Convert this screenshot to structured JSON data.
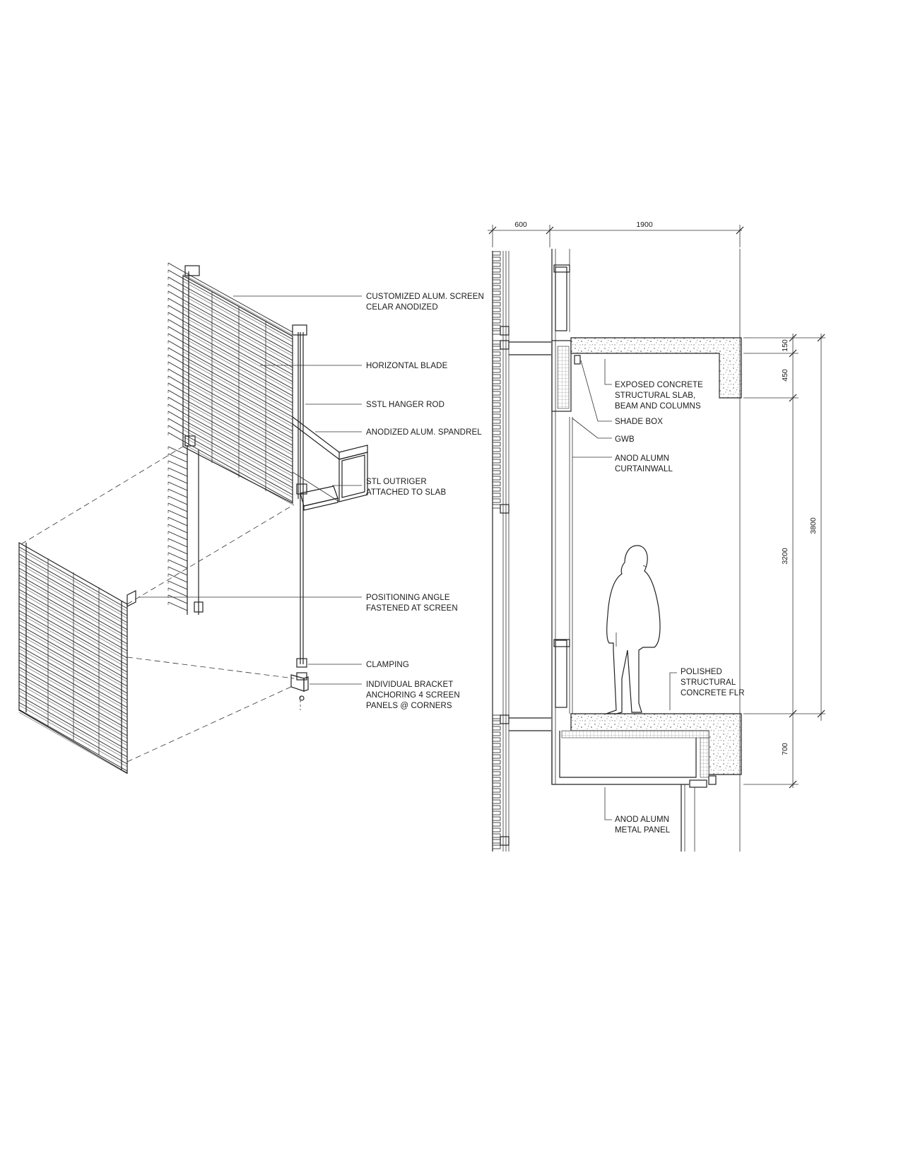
{
  "axon": {
    "labels": [
      [
        "CUSTOMIZED ALUM. SCREEN",
        "CELAR ANODIZED"
      ],
      [
        "HORIZONTAL BLADE"
      ],
      [
        "SSTL HANGER ROD"
      ],
      [
        "ANODIZED ALUM. SPANDREL"
      ],
      [
        "STL OUTRIGER",
        "ATTACHED TO SLAB"
      ],
      [
        "POSITIONING ANGLE",
        "FASTENED AT SCREEN"
      ],
      [
        "CLAMPING"
      ],
      [
        "INDIVIDUAL BRACKET",
        "ANCHORING 4 SCREEN",
        "PANELS @ CORNERS"
      ]
    ]
  },
  "section": {
    "labels": [
      [
        "EXPOSED CONCRETE",
        "STRUCTURAL SLAB,",
        "BEAM AND COLUMNS"
      ],
      [
        "SHADE BOX"
      ],
      [
        "GWB"
      ],
      [
        "ANOD ALUMN",
        "CURTAINWALL"
      ],
      [
        "POLISHED",
        "STRUCTURAL",
        "CONCRETE FLR"
      ],
      [
        "ANOD ALUMN",
        "METAL PANEL"
      ]
    ],
    "dims_top": [
      "600",
      "1900"
    ],
    "dims_right": [
      "150",
      "450",
      "3200",
      "3800",
      "700"
    ]
  }
}
